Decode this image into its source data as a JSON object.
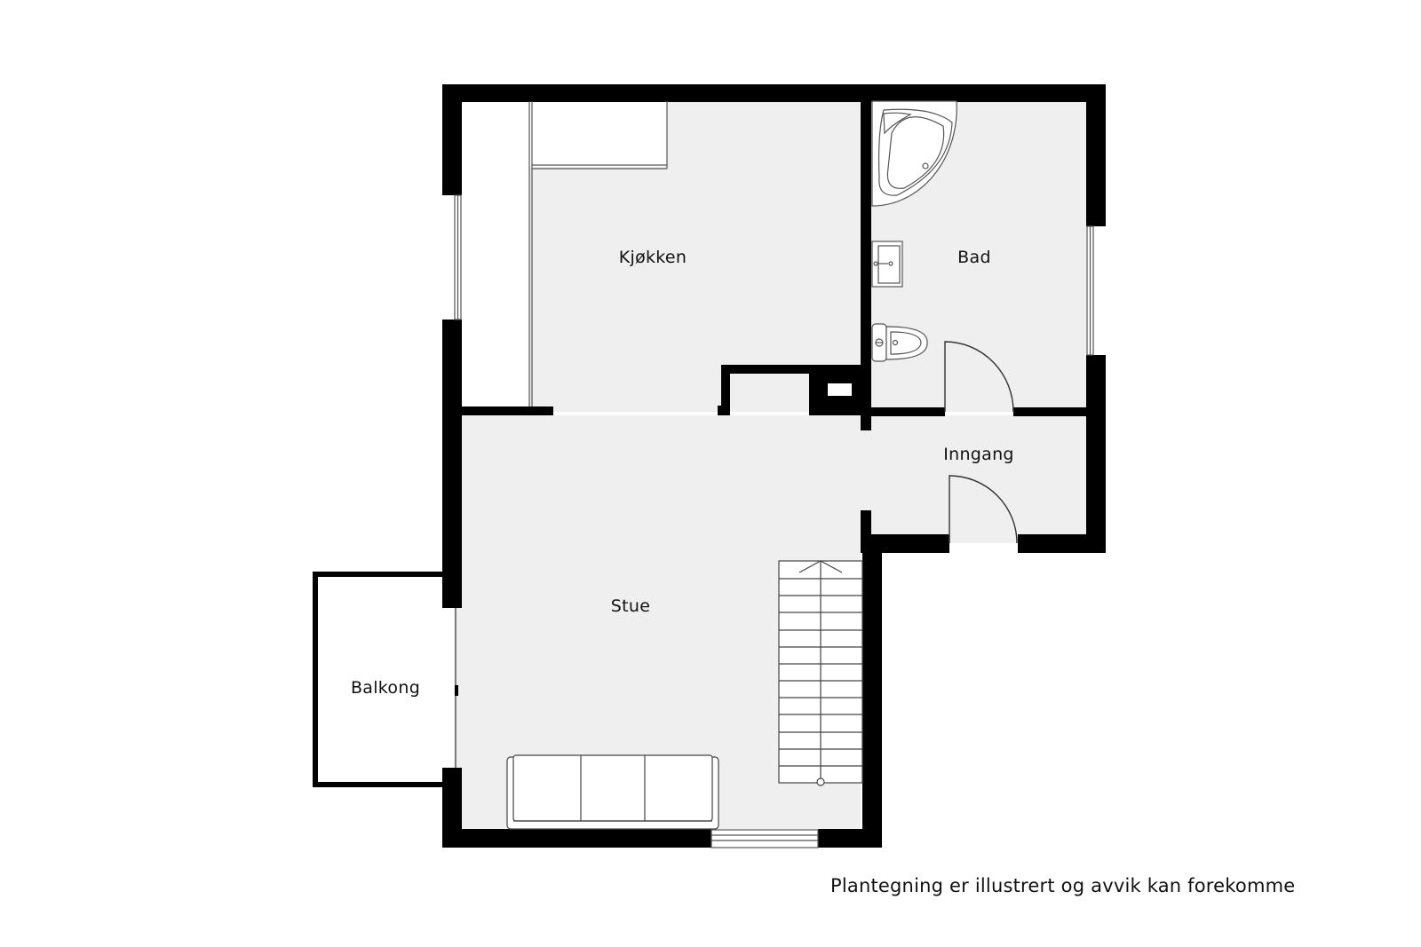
{
  "floorplan": {
    "rooms": [
      {
        "id": "kjokken",
        "name": "Kjøkken"
      },
      {
        "id": "bad",
        "name": "Bad"
      },
      {
        "id": "inngang",
        "name": "Inngang"
      },
      {
        "id": "stue",
        "name": "Stue"
      },
      {
        "id": "balkong",
        "name": "Balkong"
      }
    ],
    "disclaimer": "Plantegning er illustrert og avvik kan forekomme",
    "colors": {
      "wall": "#000000",
      "floor": "#efefef",
      "background": "#ffffff",
      "fixture_line": "#555555"
    }
  }
}
